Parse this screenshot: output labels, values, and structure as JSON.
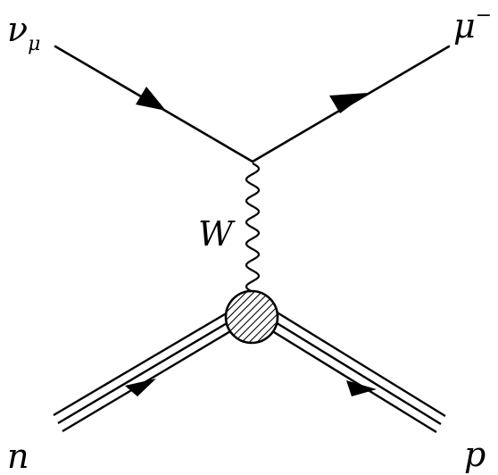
{
  "labels": {
    "nu_mu": {
      "main": "ν",
      "sub": "μ"
    },
    "mu_minus": {
      "main": "μ",
      "sup": "−"
    },
    "w_boson": "W",
    "neutron": "n",
    "proton": "p"
  },
  "colors": {
    "line": "#000000",
    "background": "#ffffff"
  }
}
